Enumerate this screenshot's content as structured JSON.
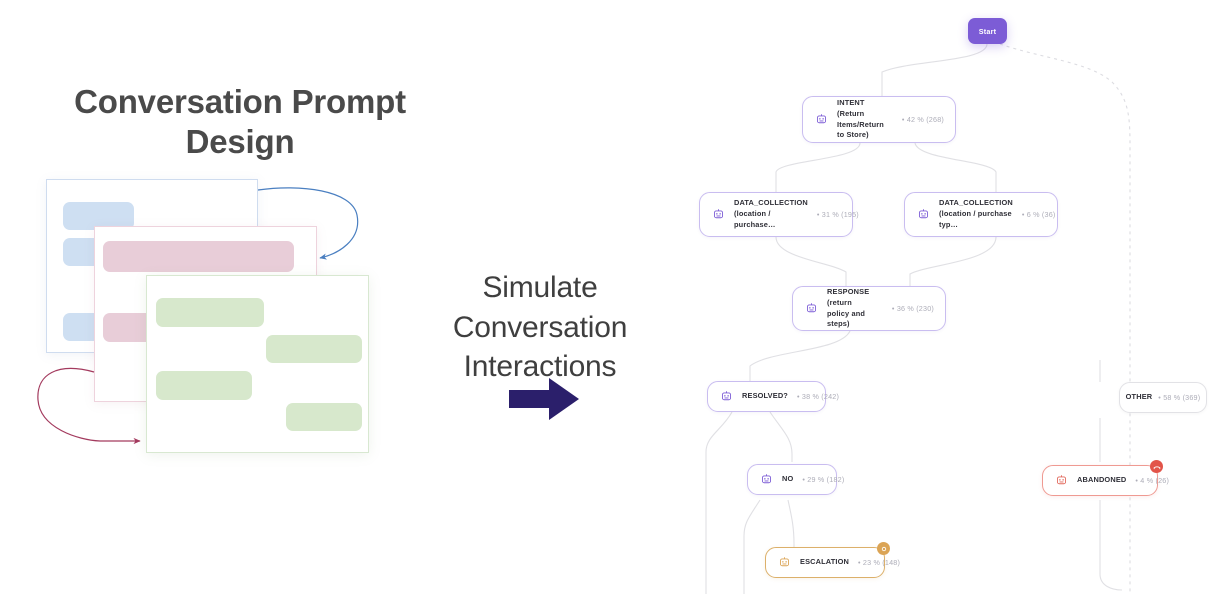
{
  "left": {
    "headline": "Conversation Prompt Design",
    "illustration": {
      "name": "stacked-conversation-cards",
      "cards": [
        {
          "name": "card-back",
          "accent": "#cedff2",
          "border": "#cfdcef"
        },
        {
          "name": "card-middle",
          "accent": "#e8cdd8",
          "border": "#eed3dd"
        },
        {
          "name": "card-front",
          "accent": "#d7e8cc",
          "border": "#d8e8d1"
        }
      ],
      "arrows": [
        {
          "name": "loop-arrow-blue",
          "color": "#4a7fc1"
        },
        {
          "name": "loop-arrow-pink",
          "color": "#a33a5e"
        }
      ]
    }
  },
  "center": {
    "heading": "Simulate Conversation Interactions",
    "arrow_name": "right-arrow",
    "arrow_color": "#2b1f6b"
  },
  "flow": {
    "start": {
      "label": "Start",
      "color": "#7c5cd6"
    },
    "nodes": [
      {
        "id": "intent",
        "title": "INTENT (Return\nItems/Return to Store)",
        "percent": "42 %",
        "count": "(268)",
        "stat": "• 42 % (268)",
        "icon": "bot-icon",
        "variant": "primary"
      },
      {
        "id": "data-collection-left",
        "title": "DATA_COLLECTION\n(location / purchase…",
        "percent": "31 %",
        "count": "(195)",
        "stat": "• 31 % (195)",
        "icon": "bot-icon",
        "variant": "primary"
      },
      {
        "id": "data-collection-right",
        "title": "DATA_COLLECTION\n(location / purchase typ…",
        "percent": "6 %",
        "count": "(36)",
        "stat": "• 6 % (36)",
        "icon": "bot-icon",
        "variant": "primary"
      },
      {
        "id": "response",
        "title": "RESPONSE (return\npolicy and steps)",
        "percent": "36 %",
        "count": "(230)",
        "stat": "• 36 % (230)",
        "icon": "bot-icon",
        "variant": "primary"
      },
      {
        "id": "resolved",
        "title": "RESOLVED?",
        "percent": "38 %",
        "count": "(242)",
        "stat": "• 38 % (242)",
        "icon": "bot-icon",
        "variant": "primary"
      },
      {
        "id": "other",
        "title": "OTHER",
        "percent": "58 %",
        "count": "(369)",
        "stat": "• 58 % (369)",
        "icon": "none",
        "variant": "neutral"
      },
      {
        "id": "no",
        "title": "NO",
        "percent": "29 %",
        "count": "(182)",
        "stat": "• 29 % (182)",
        "icon": "bot-icon",
        "variant": "primary"
      },
      {
        "id": "abandoned",
        "title": "ABANDONED",
        "percent": "4 %",
        "count": "(26)",
        "stat": "• 4 % (26)",
        "icon": "bot-icon",
        "variant": "danger",
        "badge": "phone-hangup-icon"
      },
      {
        "id": "escalation",
        "title": "ESCALATION",
        "percent": "23 %",
        "count": "(148)",
        "stat": "• 23 % (148)",
        "icon": "bot-icon",
        "variant": "warning",
        "badge": "agent-handoff-icon"
      }
    ],
    "colors": {
      "primary_border": "#c9bdf0",
      "neutral_border": "#e2e2e6",
      "danger_border": "#ef9a92",
      "warning_border": "#dcb06a",
      "edge": "#e0e0e4",
      "stat_text": "#adadb8",
      "title_text": "#2f2f37"
    }
  }
}
